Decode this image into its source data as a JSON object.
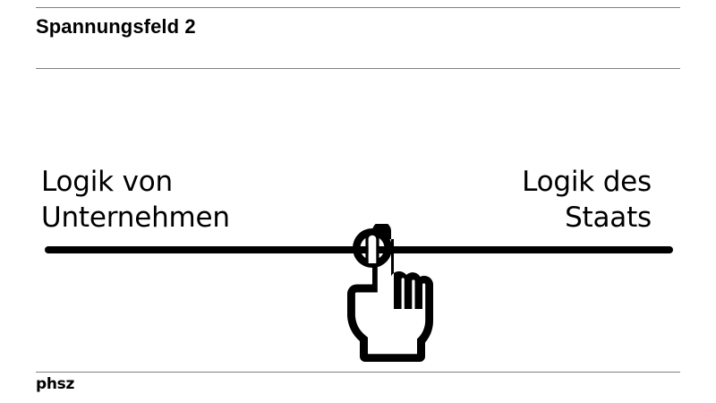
{
  "slide": {
    "title": "Spannungsfeld 2",
    "background_color": "#ffffff",
    "text_color": "#000000",
    "rule_color": "#808080"
  },
  "spectrum": {
    "left_pole": {
      "line1": "Logik von",
      "line2": "Unternehmen"
    },
    "right_pole": {
      "line1": "Logik des",
      "line2": "Staats"
    },
    "axis_color": "#000000",
    "marker": {
      "icon": "tap-hand-icon",
      "position_percent": 52
    }
  },
  "footer": {
    "logo": "phsz"
  }
}
